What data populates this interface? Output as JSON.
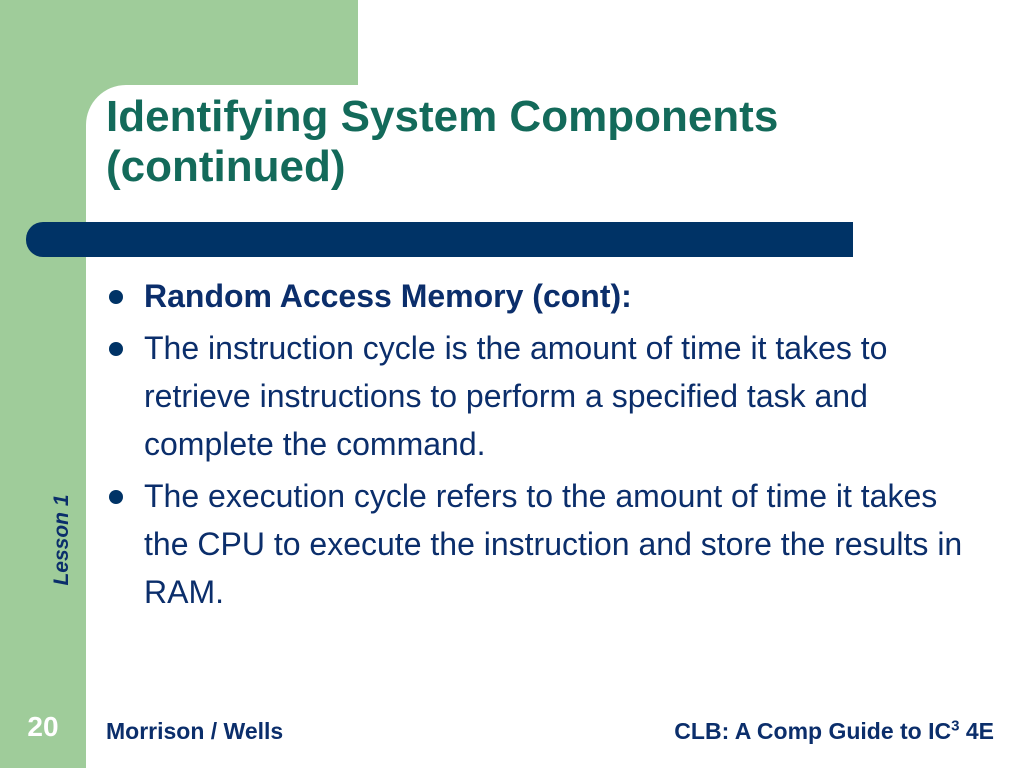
{
  "colors": {
    "band": "#9FCC9A",
    "title": "#136A5A",
    "bar": "#003366",
    "text": "#0B2E6B",
    "bullet": "#003366",
    "page_number": "#FFFFFF"
  },
  "slide": {
    "title_line1": "Identifying System Components",
    "title_line2": "(continued)",
    "bullets": [
      {
        "text": "Random Access Memory (cont):",
        "bold": true
      },
      {
        "text": "The instruction cycle is the amount of time it takes to retrieve instructions to perform a specified task and complete the command.",
        "bold": false
      },
      {
        "text": "The execution cycle refers to the amount of time it takes the CPU to execute the instruction and store the results in RAM.",
        "bold": false
      }
    ]
  },
  "side_label": "Lesson 1",
  "page_number": "20",
  "footer": {
    "left": "Morrison / Wells",
    "right_prefix": "CLB: A Comp Guide to IC",
    "right_sup": "3",
    "right_suffix": " 4E"
  }
}
